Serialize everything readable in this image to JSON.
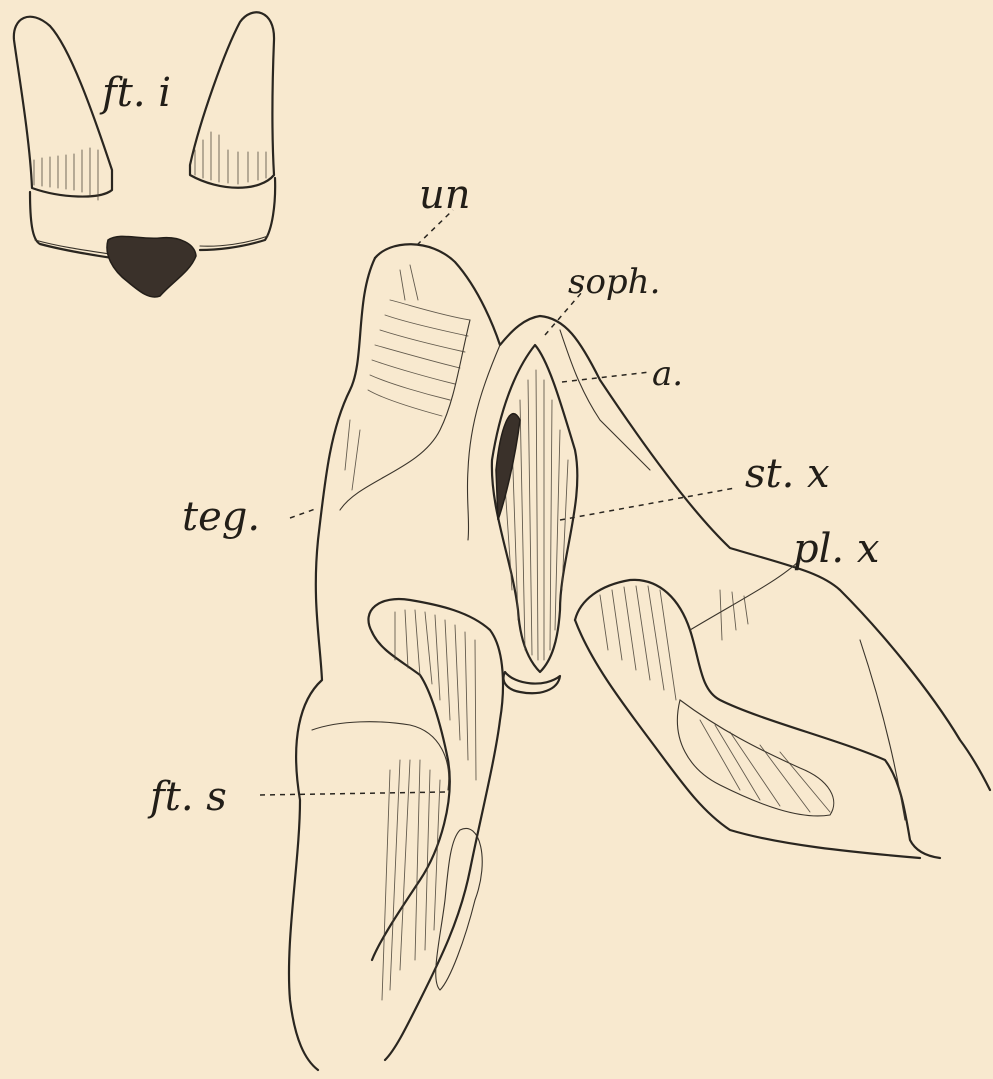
{
  "labels": {
    "ft_i": "ft. i",
    "un": "un",
    "soph": "soph.",
    "a": "a.",
    "st_x": "st. x",
    "pl_x": "pl. x",
    "teg": "teg.",
    "ft_s": "ft. s"
  }
}
